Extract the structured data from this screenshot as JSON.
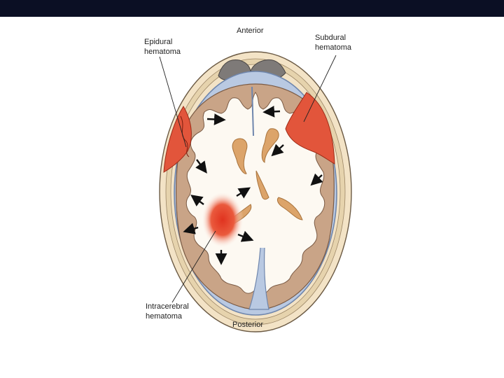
{
  "labels": {
    "anterior": "Anterior",
    "posterior": "Posterior",
    "epidural_line1": "Epidural",
    "epidural_line2": "hematoma",
    "subdural_line1": "Subdural",
    "subdural_line2": "hematoma",
    "intracerebral_line1": "Intracerebral",
    "intracerebral_line2": "hematoma"
  },
  "colors": {
    "header_bar": "#0b0f24",
    "skull": "#f3e3c6",
    "bone_marrow": "#d8c6a3",
    "brain_gray_matter": "#c9a487",
    "white_matter": "#fdf9f2",
    "meninges": "#7d93b6",
    "csf": "#b9c9e2",
    "ventricles": "#dca46a",
    "hematoma": "#e2553b",
    "arrows": "#111111"
  }
}
